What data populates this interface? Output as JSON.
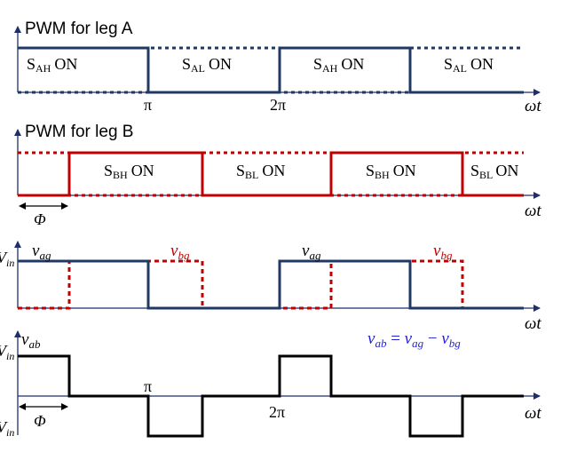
{
  "colors": {
    "leg_a": "#1f3864",
    "leg_b": "#c00000",
    "vab": "#000000",
    "axis": "#1f2f6a",
    "equation": "#1f1fd6"
  },
  "panel_a": {
    "title": "PWM for leg A",
    "states": [
      {
        "sub": "AH",
        "suffix": "ON"
      },
      {
        "sub": "AL",
        "suffix": "ON"
      },
      {
        "sub": "AH",
        "suffix": "ON"
      },
      {
        "sub": "AL",
        "suffix": "ON"
      }
    ],
    "state_prefix": "S",
    "tick_pi": "π",
    "tick_2pi": "2π",
    "axis_label": "ωt"
  },
  "panel_b": {
    "title": "PWM for leg B",
    "states": [
      {
        "sub": "BH",
        "suffix": "ON"
      },
      {
        "sub": "BL",
        "suffix": "ON"
      },
      {
        "sub": "BH",
        "suffix": "ON"
      },
      {
        "sub": "BL",
        "suffix": "ON"
      }
    ],
    "state_prefix": "S",
    "phi_label": "Φ",
    "axis_label": "ωt"
  },
  "panel_c": {
    "v_ag_main": "v",
    "v_ag_sub": "ag",
    "v_bg_main": "v",
    "v_bg_sub": "bg",
    "vin_main": "V",
    "vin_sub": "in",
    "axis_label": "ωt"
  },
  "panel_d": {
    "v_ab_main": "v",
    "v_ab_sub": "ab",
    "vin_main": "V",
    "vin_sub": "in",
    "neg_vin_main": "-V",
    "neg_vin_sub": "in",
    "tick_pi": "π",
    "tick_2pi": "2π",
    "phi_label": "Φ",
    "axis_label": "ωt",
    "equation": {
      "lhs_main": "v",
      "lhs_sub": "ab",
      "eq": " = ",
      "t1_main": "v",
      "t1_sub": "ag",
      "minus": " − ",
      "t2_main": "v",
      "t2_sub": "bg"
    }
  }
}
